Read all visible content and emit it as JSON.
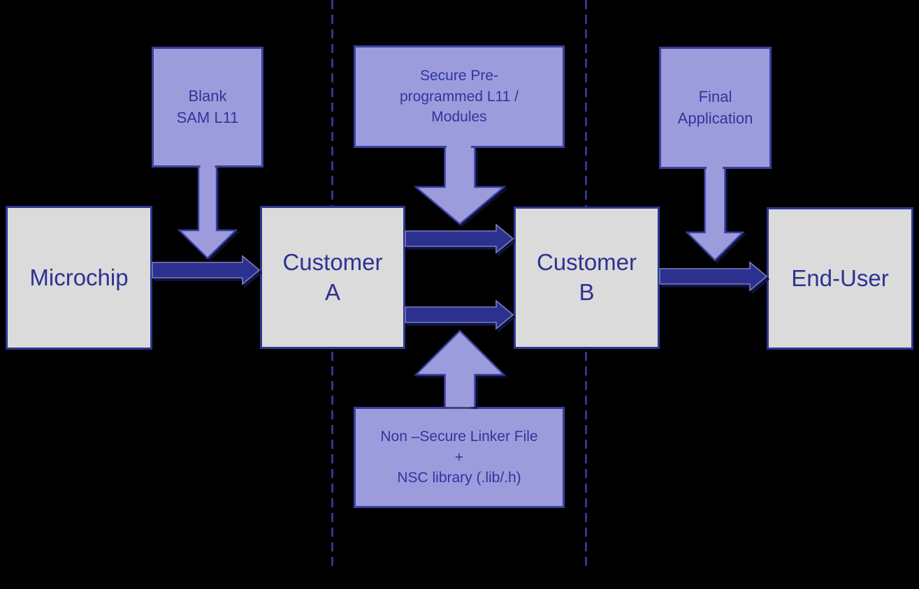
{
  "diagram": {
    "title_hint": "SAM L11 secure supply-chain flow",
    "background": "#000000",
    "boxes": {
      "microchip": {
        "label": "Microchip"
      },
      "customer_a": {
        "label": "Customer\nA"
      },
      "customer_b": {
        "label": "Customer\nB"
      },
      "end_user": {
        "label": "End-User"
      },
      "blank_sam": {
        "label": "Blank\nSAM L11"
      },
      "secure_preprogrammed": {
        "label": "Secure Pre-\nprogrammed L11 /\nModules"
      },
      "nsc_library": {
        "label": "Non –Secure Linker File\n+\nNSC library (.lib/.h)"
      },
      "final_application": {
        "label": "Final\nApplication"
      }
    },
    "flow_arrows": [
      {
        "from": "Microchip",
        "to": "Customer A"
      },
      {
        "from": "Customer A",
        "to": "Customer B",
        "position": "upper"
      },
      {
        "from": "Customer A",
        "to": "Customer B",
        "position": "lower"
      },
      {
        "from": "Customer B",
        "to": "End-User"
      }
    ],
    "callout_arrows": [
      {
        "from": "Blank SAM L11",
        "direction": "down"
      },
      {
        "from": "Secure Pre-programmed L11 / Modules",
        "direction": "down"
      },
      {
        "from": "Non –Secure Linker File + NSC library (.lib/.h)",
        "direction": "up"
      },
      {
        "from": "Final Application",
        "direction": "down"
      }
    ],
    "dividers": {
      "count": 2,
      "style": "dashed-vertical"
    },
    "colors": {
      "stage_background": "#000000",
      "main_box_fill": "#DBDBDB",
      "main_box_border": "#2F3693",
      "callout_box_fill": "#9C9CDD",
      "callout_box_border": "#3B3F9E",
      "text": "#2E3192",
      "flow_arrow_fill": "#2C3190",
      "flow_arrow_outline": "#7B80B8",
      "divider_line": "#3A41A8"
    }
  }
}
